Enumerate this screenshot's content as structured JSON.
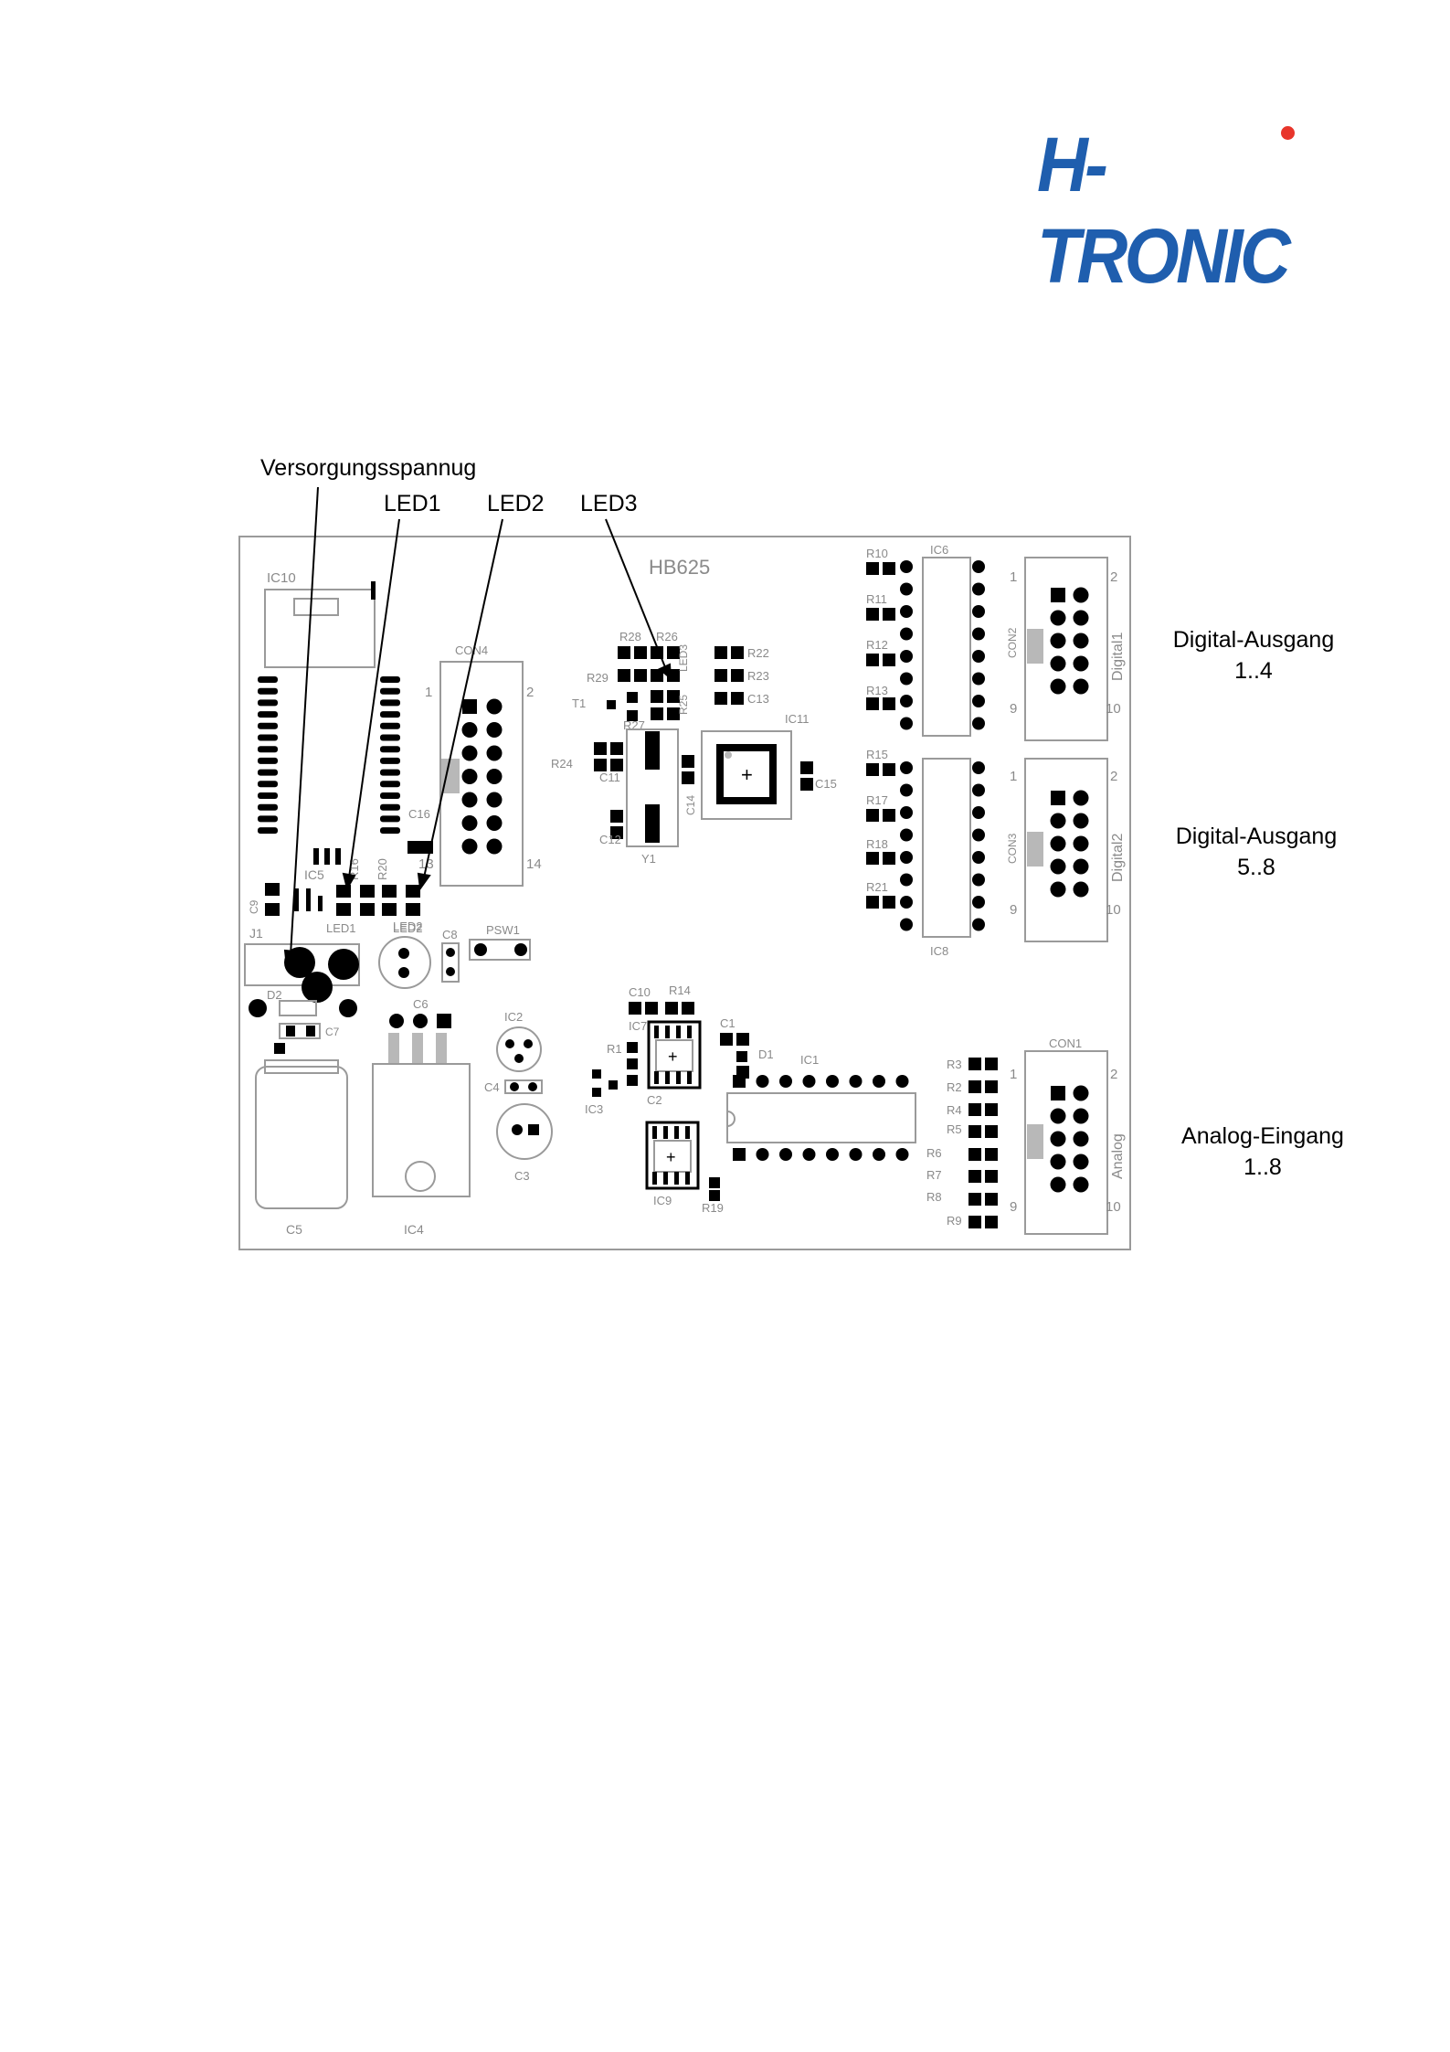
{
  "logo": {
    "text": "H-TRONIC",
    "color": "#1f5eae",
    "dot_color": "#e8352b"
  },
  "callouts": {
    "supply": "Versorgungsspannug",
    "led1": "LED1",
    "led2": "LED2",
    "led3": "LED3"
  },
  "side_labels": {
    "digital1": {
      "line1": "Digital-Ausgang",
      "line2": "1..4"
    },
    "digital2": {
      "line1": "Digital-Ausgang",
      "line2": "5..8"
    },
    "analog": {
      "line1": "Analog-Eingang",
      "line2": "1..8"
    }
  },
  "board": {
    "name": "HB625",
    "ic10": "IC10",
    "ic5": "IC5",
    "ic4": "IC4",
    "ic2": "IC2",
    "ic3": "IC3",
    "ic7": "IC7",
    "ic9": "IC9",
    "ic1": "IC1",
    "ic11": "IC11",
    "ic6": "IC6",
    "ic8": "IC8",
    "con4": "CON4",
    "con2": "CON2",
    "con3": "CON3",
    "con1": "CON1",
    "con4_pins": [
      "1",
      "2",
      "13",
      "14"
    ],
    "con_pins": [
      "1",
      "2",
      "9",
      "10"
    ],
    "con2_label": "Digital1",
    "con3_label": "Digital2",
    "con1_label": "Analog",
    "j1": "J1",
    "d2": "D2",
    "c5": "C5",
    "c7": "C7",
    "c6": "C6",
    "c8": "C8",
    "c9": "C9",
    "c3": "C3",
    "c4": "C4",
    "c16": "C16",
    "led1": "LED1",
    "led2": "LED2",
    "led3": "LED3",
    "psw1": "PSW1",
    "r16": "R16",
    "r20": "R20",
    "r26": "R26",
    "r28": "R28",
    "r29": "R29",
    "r25": "R25",
    "r27": "R27",
    "r24": "R24",
    "t1": "T1",
    "r22": "R22",
    "r23": "R23",
    "c13": "C13",
    "c11": "C11",
    "c12": "C12",
    "c14": "C14",
    "c15": "C15",
    "y1": "Y1",
    "r10": "R10",
    "r11": "R11",
    "r12": "R12",
    "r13": "R13",
    "r15": "R15",
    "r17": "R17",
    "r18": "R18",
    "r21": "R21",
    "c10": "C10",
    "r14": "R14",
    "c1": "C1",
    "d1": "D1",
    "r1": "R1",
    "c2": "C2",
    "r19": "R19",
    "r3": "R3",
    "r2": "R2",
    "r4": "R4",
    "r5": "R5",
    "r6": "R6",
    "r7": "R7",
    "r8": "R8",
    "r9": "R9"
  }
}
